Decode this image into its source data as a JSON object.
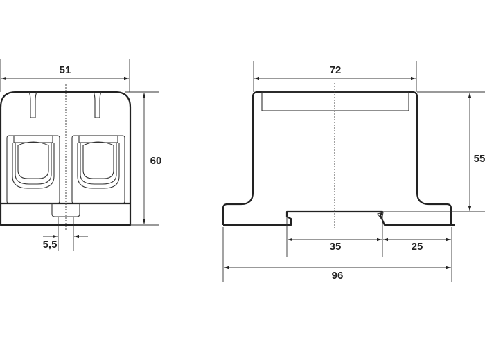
{
  "front_view": {
    "width_label": "51",
    "height_label": "60",
    "slot_label": "5,5"
  },
  "side_view": {
    "top_width_label": "72",
    "height_label": "55",
    "rail_label": "35",
    "offset_label": "25",
    "total_width_label": "96"
  },
  "colors": {
    "line": "#222222",
    "background": "#ffffff"
  }
}
